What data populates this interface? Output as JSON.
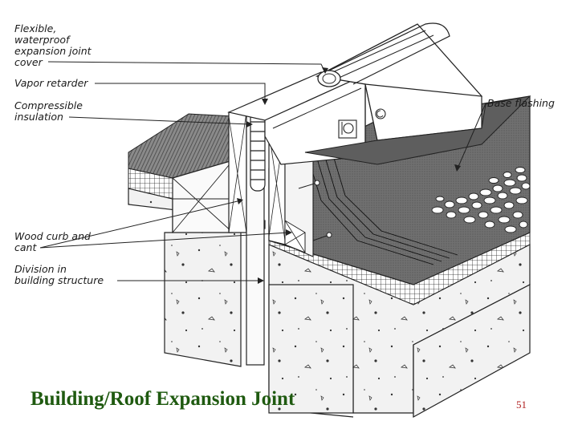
{
  "labels": {
    "joint_cover": [
      "Flexible,",
      "waterproof",
      "expansion joint",
      "cover"
    ],
    "vapor_retarder": "Vapor retarder",
    "compressible_insulation": [
      "Compressible",
      "insulation"
    ],
    "base_flashing": "Base flashing",
    "wood_curb": [
      "Wood curb and",
      "cant"
    ],
    "division": [
      "Division in",
      "building structure"
    ]
  },
  "caption": "Building/Roof Expansion Joint",
  "page_number": "51",
  "colors": {
    "caption": "#1f5a10",
    "page_number": "#b02020",
    "line": "#222222",
    "membrane": "#6a6a6a",
    "concrete": "#ededed"
  }
}
